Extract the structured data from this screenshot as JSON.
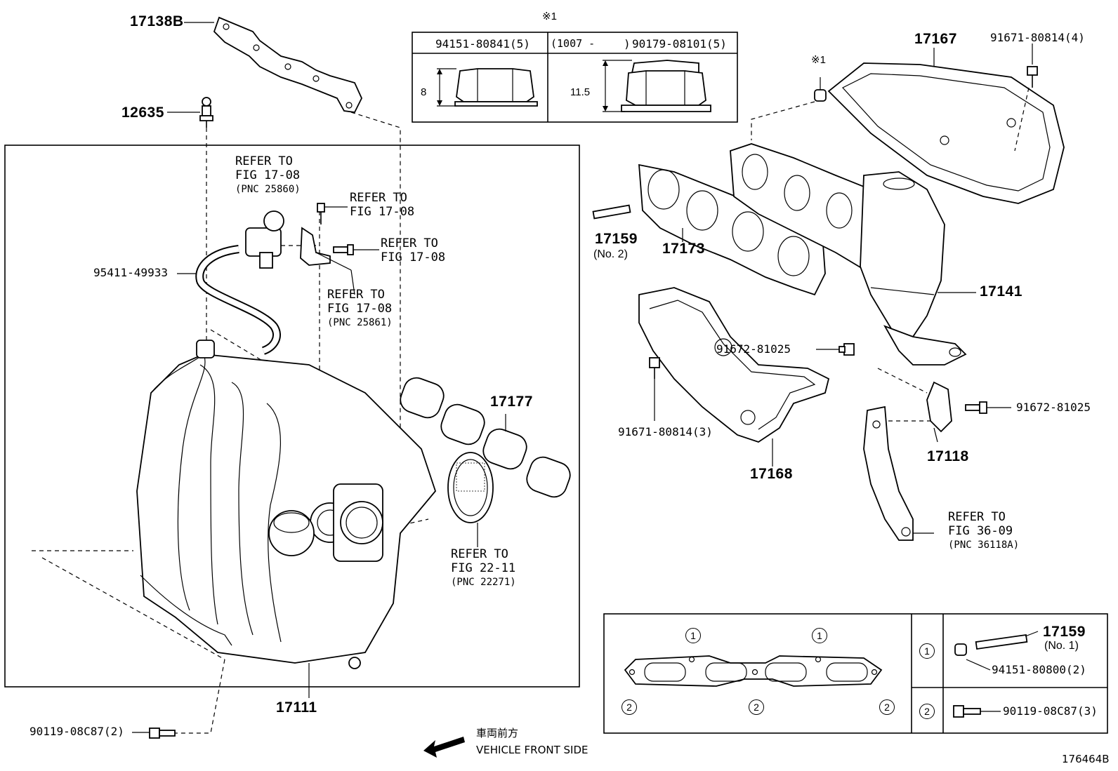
{
  "diagram_id": "176464B",
  "direction": {
    "jp": "車両前方",
    "en": "VEHICLE FRONT SIDE"
  },
  "note_mark": "※1",
  "nut_table": {
    "col1": {
      "part": "94151-80841(5)",
      "height": "8"
    },
    "col2": {
      "range_open": "(1007 -",
      "range_close": ")",
      "part": "90179-08101(5)",
      "height": "11.5"
    }
  },
  "labels": {
    "p17138B": "17138B",
    "p12635": "12635",
    "p95411": "95411-49933",
    "p17111": "17111",
    "p90119_left": "90119-08C87(2)",
    "p17177": "17177",
    "p17167": "17167",
    "p91671_top": "91671-80814(4)",
    "p17159": "17159",
    "p17159_no": "(No. 2)",
    "p17173": "17173",
    "p17141": "17141",
    "p91672_a": "91672-81025",
    "p91672_b": "91672-81025",
    "p91671_mid": "91671-80814(3)",
    "p17168": "17168",
    "p17118": "17118"
  },
  "refs": {
    "r1": {
      "l1": "REFER TO",
      "l2": "FIG 17-08",
      "l3": "(PNC 25860)"
    },
    "r2": {
      "l1": "REFER TO",
      "l2": "FIG 17-08"
    },
    "r3": {
      "l1": "REFER TO",
      "l2": "FIG 17-08"
    },
    "r4": {
      "l1": "REFER TO",
      "l2": "FIG 17-08",
      "l3": "(PNC 25861)"
    },
    "r5": {
      "l1": "REFER TO",
      "l2": "FIG 22-11",
      "l3": "(PNC 22271)"
    },
    "r6": {
      "l1": "REFER TO",
      "l2": "FIG 36-09",
      "l3": "(PNC 36118A)"
    }
  },
  "legend": {
    "marker1": "1",
    "marker2": "2",
    "row1": {
      "part": "17159",
      "note": "(No. 1)",
      "nut": "94151-80800(2)"
    },
    "row2": {
      "bolt": "90119-08C87(3)"
    }
  }
}
